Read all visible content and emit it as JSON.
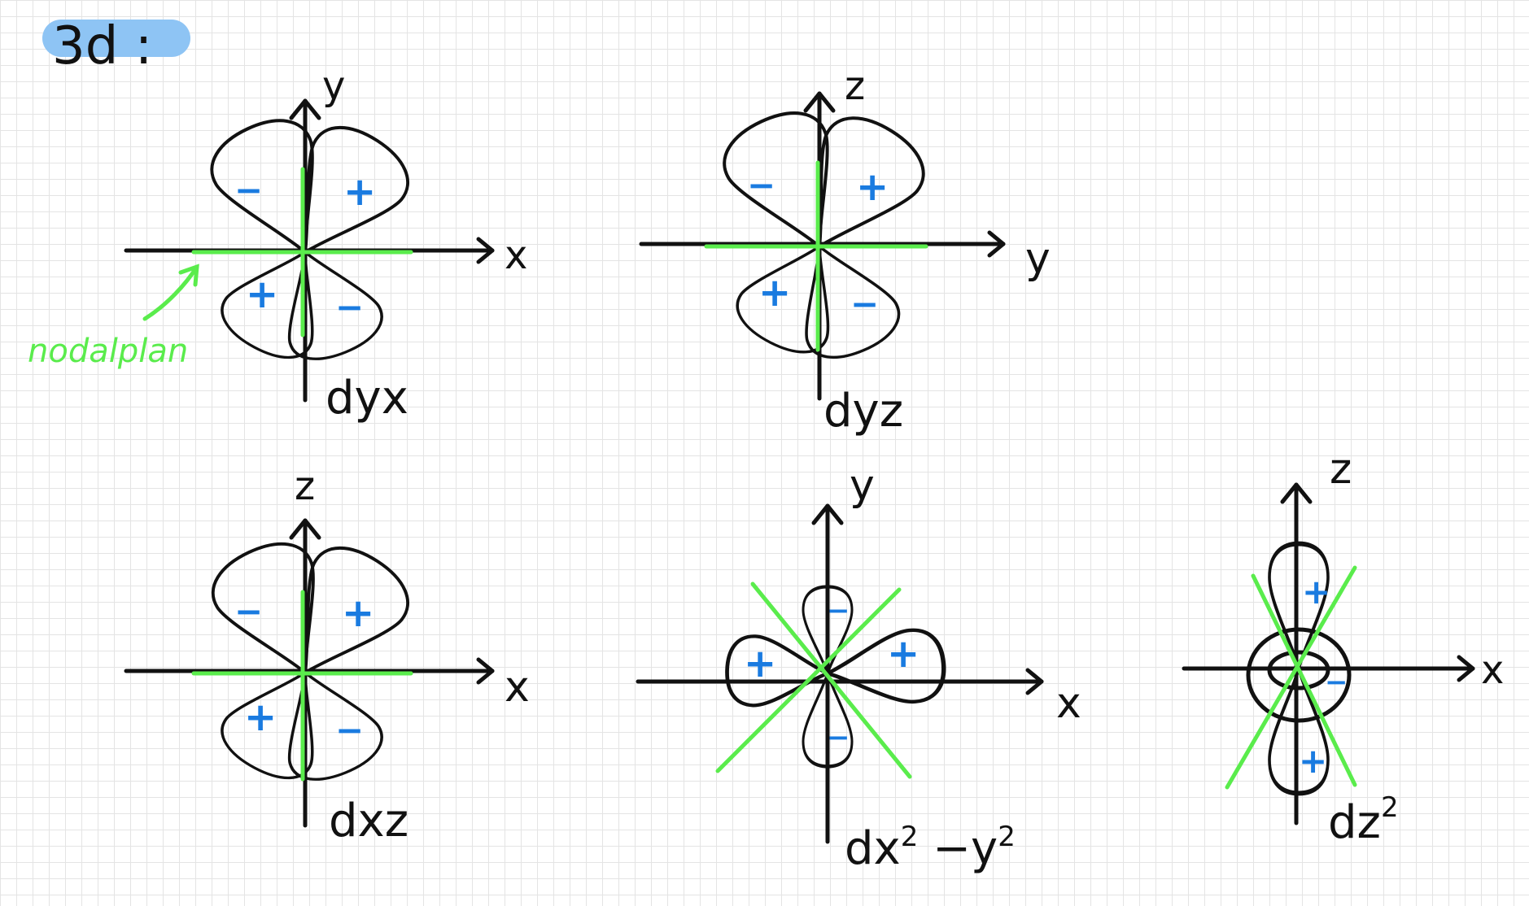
{
  "colors": {
    "ink": "#111111",
    "sign": "#1a7be0",
    "node": "#5aec4c",
    "highlight": "#8ec4f4",
    "grid": "#e4e4e4"
  },
  "title": "3d :",
  "annotation": "nodalplan",
  "orbitals": [
    {
      "id": "dyx",
      "name": "dyx",
      "axis_h": "x",
      "axis_v": "y",
      "signs": [
        "−",
        "+",
        "+",
        "−"
      ]
    },
    {
      "id": "dyz",
      "name": "dyz",
      "axis_h": "y",
      "axis_v": "z",
      "signs": [
        "−",
        "+",
        "+",
        "−"
      ]
    },
    {
      "id": "dxz",
      "name": "dxz",
      "axis_h": "x",
      "axis_v": "z",
      "signs": [
        "−",
        "+",
        "+",
        "−"
      ]
    },
    {
      "id": "dx2y2",
      "name": "dx",
      "name_sup": "2",
      "name_tail": " −y",
      "name_tail_sup": "2",
      "axis_h": "x",
      "axis_v": "y",
      "signs": [
        "−",
        "+",
        "+",
        "−"
      ]
    },
    {
      "id": "dz2",
      "name": "dz",
      "name_sup": "2",
      "axis_h": "x",
      "axis_v": "z",
      "signs": [
        "+",
        "−",
        "+"
      ]
    }
  ]
}
